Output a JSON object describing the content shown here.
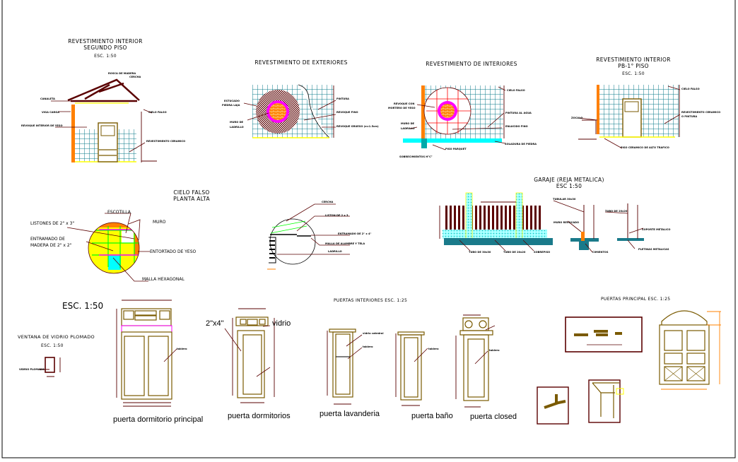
{
  "sheet": {
    "colors": {
      "leader": "#5a0000",
      "door": "#7a5a00",
      "tile_grid": "#0a7a8a",
      "wall": "#ff8000",
      "accent_magenta": "#ff00ff",
      "floor_yellow": "#ffff00",
      "cyan": "#00ffff"
    }
  },
  "rev_segundo_piso": {
    "title1": "REVESTIMIENTO INTERIOR",
    "title2": "SEGUNDO PISO",
    "scale": "ESC.  1:50",
    "labels": [
      "CANALETA",
      "VIGA CARGA",
      "REVOQUE INTERIOR DE YESO",
      "CIELO FALSO",
      "REVESTIMIENTO CERAMICO",
      "ROSCA DE MADERA",
      "CERCHA"
    ]
  },
  "rev_exteriores": {
    "title": "REVESTIMIENTO  DE  EXTERIORES",
    "labels": [
      "ESTUCADO",
      "PIEDRA LAJA",
      "MURO DE",
      "LADRILLO",
      "PINTURA",
      "REVOQUE FINO",
      "REVOQUE GRUESO (e=1.5cm)"
    ]
  },
  "rev_interiores": {
    "title": "REVESTIMIENTO  DE  INTERIORES",
    "labels": [
      "CIELO FALSO",
      "REVOQUE CON",
      "MORTERO DE YESO",
      "PINTURA AL AGUA",
      "ENLUCIDO FINO",
      "MURO DE",
      "LADRILLO",
      "SOLADURA DE PIEDRA",
      "PISO PARQUET",
      "SOBRECIMIENTOS  H°C°"
    ]
  },
  "rev_pb": {
    "title1": "REVESTIMIENTO  INTERIOR",
    "title2": "PB-1° PISO",
    "scale": "ESC.  1:50",
    "labels": [
      "CIELO FALSO",
      "REVESTIMIENTO CERAMICO",
      "O PINTURA",
      "ZOCALO",
      "PISO CERAMICO DE ALTO TRAFICO"
    ]
  },
  "cielo_falso": {
    "title1": "CIELO  FALSO",
    "title2": "PLANTA  ALTA",
    "labels": [
      "ESCOTILLA",
      "LISTONES   DE  2\"  x  3\"",
      "MURO",
      "ENTRAMADO DE",
      "MADERA DE  2\"  x  2\"",
      "ENTORTADO  DE  YESO",
      "MALLA  HEXAGONAL"
    ]
  },
  "detalle_cielo": {
    "labels": [
      "CERCHA",
      "LISTON DE 2 x 3",
      "ENTRAMADO DE 2\" x 4\"",
      "MALLA DE ALAMBRE Y TELA",
      "LADRILLO"
    ]
  },
  "garaje": {
    "title1": "GARAJE  (REJA  METALICA)",
    "title2": "ESC  1:50",
    "labels": [
      "TUBULAR 30x30",
      "MURO REVOCADO",
      "TUBO DE 20x20",
      "SOPORTE METALICO",
      "TUBO DE 30x30",
      "TUBO DE 20x20",
      "SOBREPISO",
      "CIMIENTOS",
      "PLETINAS METALICAS"
    ]
  },
  "puertas": {
    "scale_main": "ESC.  1:50",
    "ventana_title": "VENTANA DE VIDRIO PLOMADO",
    "ventana_scale": "ESC.  1:50",
    "ventana_label": "VIDRIO PLOMADO",
    "principal_label": "puerta  dormitorio  principal",
    "tablero": "tablero",
    "dorm_note": "2\"x4\"",
    "vidrio": "vidrio",
    "dorm_label": "puerta  dormitorios",
    "interiores_title": "PUERTAS  INTERIORES    ESC.  1:25",
    "vidrio_catedral": "vidrio catedral",
    "lavanderia_label": "puerta  lavanderia",
    "bano_label": "puerta  baño",
    "closed_label": "puerta  closed",
    "principal_title": "PUERTAS  PRINCIPAL    ESC.  1:25"
  }
}
